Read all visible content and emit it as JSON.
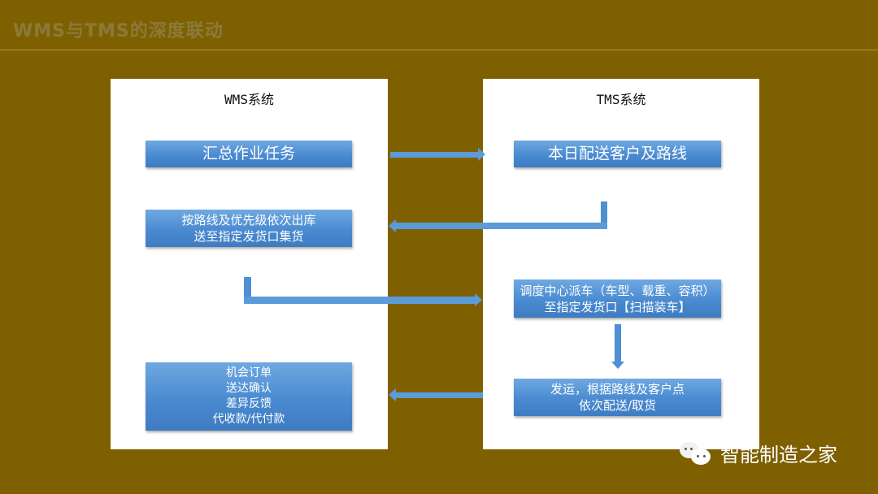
{
  "slide": {
    "title": "WMS与TMS的深度联动",
    "background_color": "#7f6000"
  },
  "wms": {
    "title": "WMS系统",
    "nodes": [
      {
        "lines": [
          "汇总作业任务"
        ]
      },
      {
        "lines": [
          "按路线及优先级依次出库",
          "送至指定发货口集货"
        ]
      },
      {
        "lines": [
          "机会订单",
          "送达确认",
          "差异反馈",
          "代收款/代付款"
        ]
      }
    ]
  },
  "tms": {
    "title": "TMS系统",
    "nodes": [
      {
        "lines": [
          "本日配送客户及路线"
        ]
      },
      {
        "lines": [
          "调度中心派车（车型、载重、容积）",
          "至指定发货口【扫描装车】"
        ]
      },
      {
        "lines": [
          "发运，根据路线及客户点",
          "依次配送/取货"
        ]
      }
    ]
  },
  "connectors": [
    {
      "from": "汇总作业任务",
      "to": "本日配送客户及路线",
      "direction": "right"
    },
    {
      "from": "本日配送客户及路线",
      "to": "按路线及优先级依次出库",
      "direction": "left"
    },
    {
      "from": "按路线及优先级依次出库",
      "to": "调度中心派车",
      "direction": "right"
    },
    {
      "from": "调度中心派车",
      "to": "发运",
      "direction": "down"
    },
    {
      "from": "发运",
      "to": "机会订单",
      "direction": "left"
    }
  ],
  "accent_color": "#4f8fd3",
  "watermark": {
    "text": "智能制造之家",
    "icon": "wechat-icon"
  }
}
